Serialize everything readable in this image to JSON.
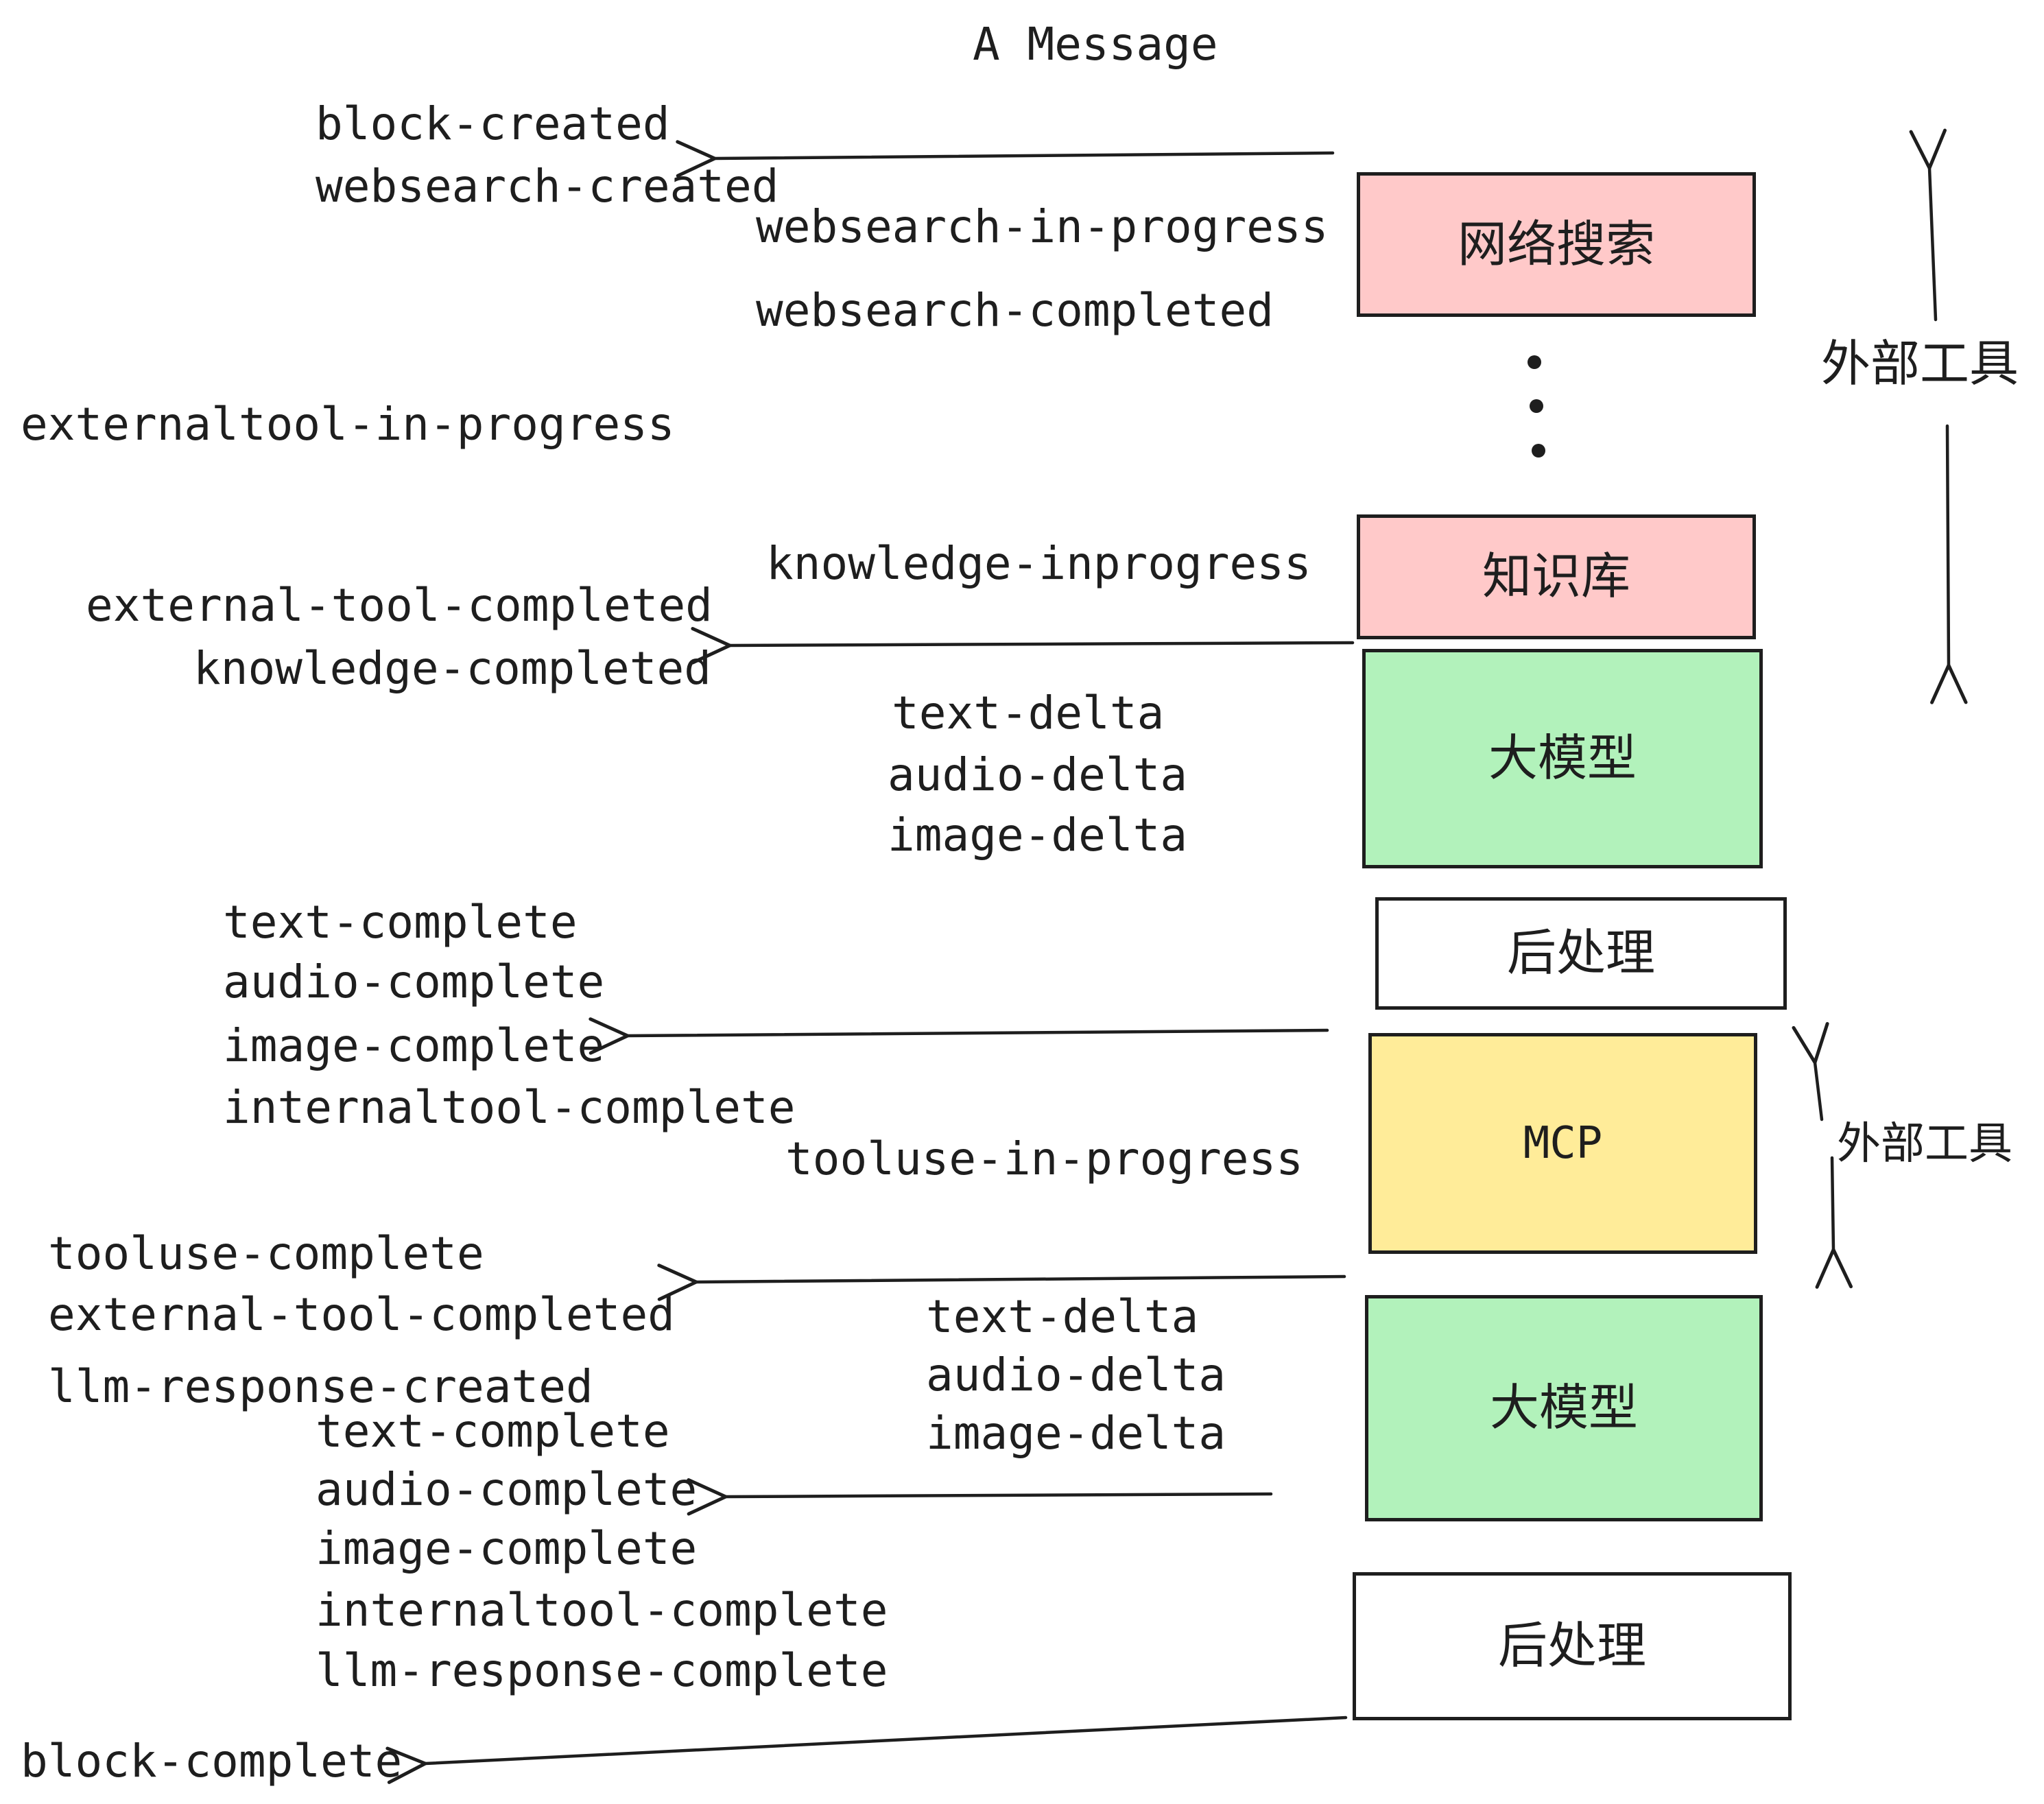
{
  "title": "A Message",
  "colors": {
    "ink": "#1e1e1e",
    "pink": "#ffc9c9",
    "green": "#b2f2bb",
    "yellow": "#ffec99",
    "white": "#ffffff"
  },
  "boxes": {
    "websearch": {
      "label": "网络搜索",
      "fill": "#ffc9c9"
    },
    "knowledge": {
      "label": "知识库",
      "fill": "#ffc9c9"
    },
    "llm_1": {
      "label": "大模型",
      "fill": "#b2f2bb"
    },
    "postprocess_1": {
      "label": "后处理",
      "fill": "#ffffff"
    },
    "mcp": {
      "label": "MCP",
      "fill": "#ffec99"
    },
    "llm_2": {
      "label": "大模型",
      "fill": "#b2f2bb"
    },
    "postprocess_2": {
      "label": "后处理",
      "fill": "#ffffff"
    }
  },
  "annotations": {
    "external_tools_1": "外部工具",
    "external_tools_2": "外部工具"
  },
  "events": {
    "block_created": "block-created",
    "websearch_created": "websearch-created",
    "websearch_in_progress": "websearch-in-progress",
    "websearch_completed": "websearch-completed",
    "externaltool_in_progress": "externaltool-in-progress",
    "knowledge_inprogress": "knowledge-inprogress",
    "external_tool_completed": "external-tool-completed",
    "knowledge_completed": "knowledge-completed",
    "text_delta": "text-delta",
    "audio_delta": "audio-delta",
    "image_delta": "image-delta",
    "text_complete": "text-complete",
    "audio_complete": "audio-complete",
    "image_complete": "image-complete",
    "internaltool_complete": "internaltool-complete",
    "tooluse_in_progress": "tooluse-in-progress",
    "tooluse_complete": "tooluse-complete",
    "external_tool_completed_2": "external-tool-completed",
    "llm_response_created": "llm-response-created",
    "text_delta_2": "text-delta",
    "audio_delta_2": "audio-delta",
    "image_delta_2": "image-delta",
    "text_complete_2": "text-complete",
    "audio_complete_2": "audio-complete",
    "image_complete_2": "image-complete",
    "internaltool_complete_2": "internaltool-complete",
    "llm_response_complete": "llm-response-complete",
    "block_complete": "block-complete"
  }
}
